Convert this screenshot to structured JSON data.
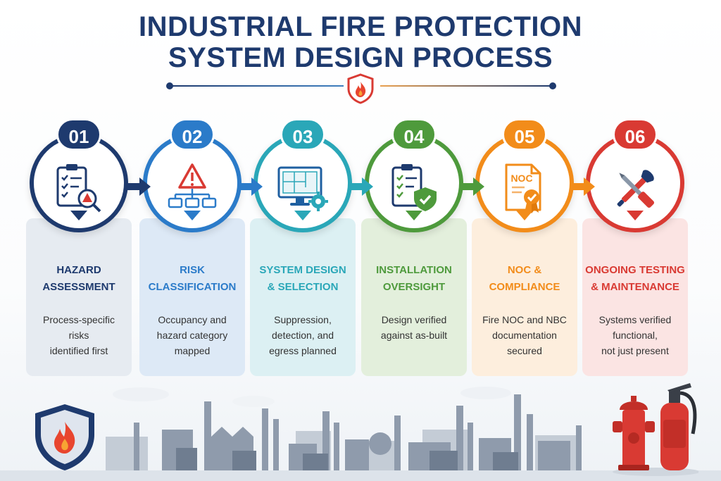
{
  "title": {
    "line1": "INDUSTRIAL FIRE PROTECTION",
    "line2": "SYSTEM DESIGN PROCESS"
  },
  "colors": {
    "title": "#1e3a6e",
    "step1": "#1e3a6e",
    "step2": "#2b7bc9",
    "step3": "#2aa7b8",
    "step4": "#4e9a3c",
    "step5": "#f28c1a",
    "step6": "#d93a33"
  },
  "steps": [
    {
      "number": "01",
      "heading": [
        "HAZARD",
        "ASSESSMENT"
      ],
      "description": [
        "Process-specific",
        "risks",
        "identified first"
      ],
      "icon": "clipboard-magnifier-warning-icon",
      "color": "#1e3a6e",
      "panel": "#e6ebf1"
    },
    {
      "number": "02",
      "heading": [
        "RISK",
        "CLASSIFICATION"
      ],
      "description": [
        "Occupancy and",
        "hazard category",
        "mapped"
      ],
      "icon": "warning-hierarchy-icon",
      "color": "#2b7bc9",
      "panel": "#dde9f6"
    },
    {
      "number": "03",
      "heading": [
        "SYSTEM DESIGN",
        "& SELECTION"
      ],
      "description": [
        "Suppression,",
        "detection, and",
        "egress planned"
      ],
      "icon": "monitor-blueprint-gear-icon",
      "color": "#2aa7b8",
      "panel": "#dcf0f3"
    },
    {
      "number": "04",
      "heading": [
        "INSTALLATION",
        "OVERSIGHT"
      ],
      "description": [
        "Design verified",
        "against as-built"
      ],
      "icon": "clipboard-shield-check-icon",
      "color": "#4e9a3c",
      "panel": "#e3efdc"
    },
    {
      "number": "05",
      "heading": [
        "NOC &",
        "COMPLIANCE"
      ],
      "description": [
        "Fire NOC and NBC",
        "documentation",
        "secured"
      ],
      "icon": "noc-certificate-icon",
      "color": "#f28c1a",
      "panel": "#fdeedd"
    },
    {
      "number": "06",
      "heading": [
        "ONGOING TESTING",
        "& MAINTENANCE"
      ],
      "description": [
        "Systems verified",
        "functional,",
        "not just present"
      ],
      "icon": "wrench-screwdriver-icon",
      "color": "#d93a33",
      "panel": "#fbe4e3"
    }
  ],
  "noc_label": "NOC"
}
